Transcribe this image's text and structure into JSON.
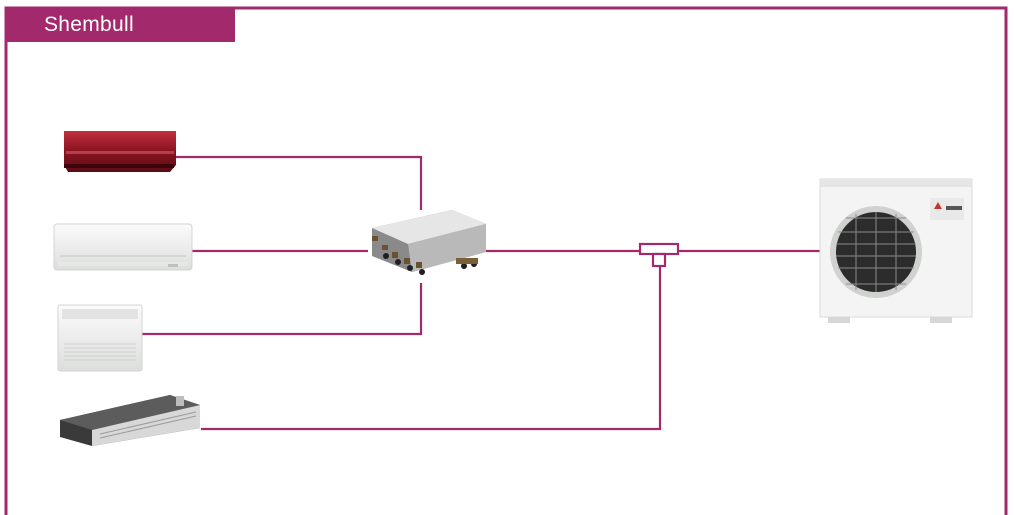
{
  "diagram": {
    "title": "Shembull",
    "colors": {
      "accent": "#a22a6c",
      "unit_red": "#8e1522",
      "unit_white": "#f1f2f1",
      "duct_dark": "#2b2b2b"
    },
    "components": [
      {
        "id": "wall-unit-red",
        "kind": "indoor unit"
      },
      {
        "id": "wall-unit-white",
        "kind": "indoor unit"
      },
      {
        "id": "floor-console",
        "kind": "indoor unit"
      },
      {
        "id": "ducted-unit",
        "kind": "indoor unit"
      },
      {
        "id": "branch-box",
        "kind": "branch box"
      },
      {
        "id": "t-joint",
        "kind": "pipe joint"
      },
      {
        "id": "outdoor-unit",
        "kind": "outdoor unit"
      }
    ]
  }
}
